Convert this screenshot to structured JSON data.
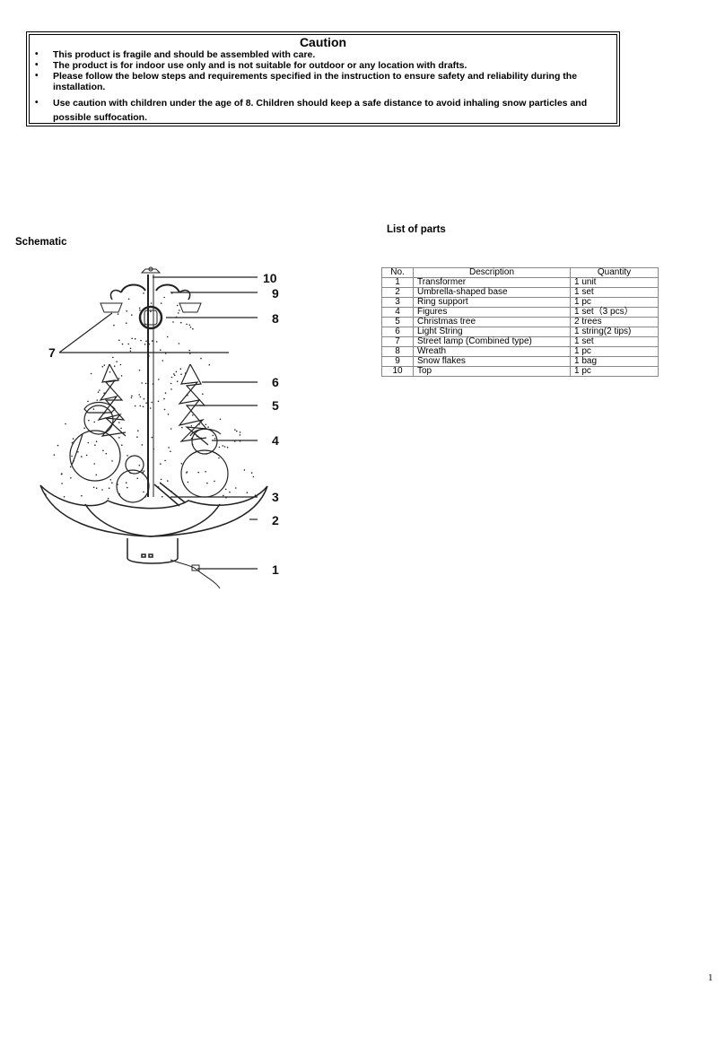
{
  "caution": {
    "title": "Caution",
    "items": [
      "This product is fragile and should be assembled with care.",
      "The product is for indoor use only and is not suitable for outdoor or any location with drafts.",
      "Please follow the below steps and requirements specified in the instruction to ensure safety and reliability during the installation.",
      "Use caution with children under the age of 8. Children should keep a safe distance to avoid inhaling snow particles and possible suffocation."
    ]
  },
  "schematic": {
    "title": "Schematic",
    "callouts": [
      "10",
      "9",
      "8",
      "7",
      "6",
      "5",
      "4",
      "3",
      "2",
      "1"
    ]
  },
  "parts": {
    "title": "List of parts",
    "headers": [
      "No.",
      "Description",
      "Quantity"
    ],
    "rows": [
      [
        "1",
        "Transformer",
        "1 unit"
      ],
      [
        "2",
        "Umbrella-shaped base",
        "1 set"
      ],
      [
        "3",
        "Ring support",
        "1 pc"
      ],
      [
        "4",
        "Figures",
        "1 set（3 pcs）"
      ],
      [
        "5",
        "Christmas tree",
        "2 trees"
      ],
      [
        "6",
        "Light String",
        "1 string(2 tips)"
      ],
      [
        "7",
        "Street lamp (Combined type)",
        "1 set"
      ],
      [
        "8",
        "Wreath",
        "1 pc"
      ],
      [
        "9",
        "Snow flakes",
        "1 bag"
      ],
      [
        "10",
        "Top",
        "1 pc"
      ]
    ]
  },
  "page_number": "1"
}
